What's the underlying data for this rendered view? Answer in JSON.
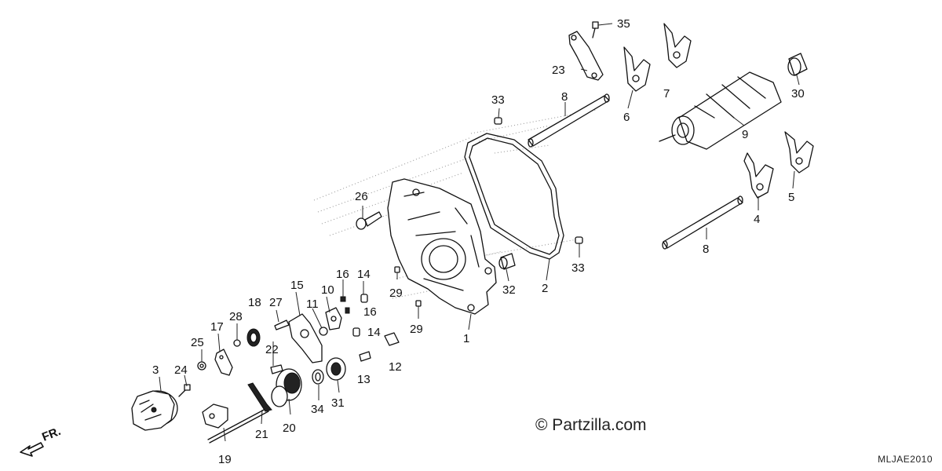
{
  "diagram": {
    "callouts": [
      {
        "label": "1"
      },
      {
        "label": "2"
      },
      {
        "label": "3"
      },
      {
        "label": "4"
      },
      {
        "label": "5"
      },
      {
        "label": "6"
      },
      {
        "label": "7"
      },
      {
        "label": "8"
      },
      {
        "label": "8"
      },
      {
        "label": "9"
      },
      {
        "label": "10"
      },
      {
        "label": "11"
      },
      {
        "label": "12"
      },
      {
        "label": "13"
      },
      {
        "label": "14"
      },
      {
        "label": "14"
      },
      {
        "label": "15"
      },
      {
        "label": "16"
      },
      {
        "label": "16"
      },
      {
        "label": "17"
      },
      {
        "label": "18"
      },
      {
        "label": "19"
      },
      {
        "label": "20"
      },
      {
        "label": "21"
      },
      {
        "label": "22"
      },
      {
        "label": "23"
      },
      {
        "label": "24"
      },
      {
        "label": "25"
      },
      {
        "label": "26"
      },
      {
        "label": "27"
      },
      {
        "label": "28"
      },
      {
        "label": "29"
      },
      {
        "label": "29"
      },
      {
        "label": "30"
      },
      {
        "label": "31"
      },
      {
        "label": "32"
      },
      {
        "label": "33"
      },
      {
        "label": "33"
      },
      {
        "label": "34"
      },
      {
        "label": "35"
      }
    ],
    "direction_label": "FR.",
    "watermark": "© Partzilla.com",
    "diagram_code": "MLJAE2010"
  }
}
